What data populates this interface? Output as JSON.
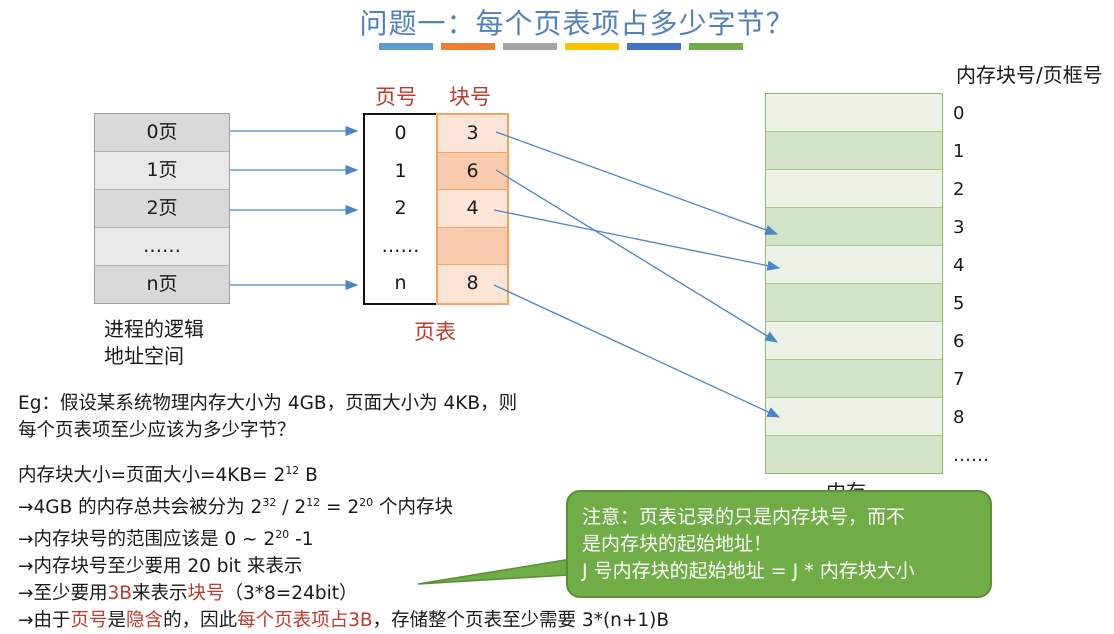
{
  "title": "问题一：每个页表项占多少字节？",
  "accent_bar_colors": [
    "#5b9bd5",
    "#ed7d31",
    "#a5a5a5",
    "#ffc000",
    "#4472c4",
    "#70ad47"
  ],
  "logical_space": {
    "pages": [
      "0页",
      "1页",
      "2页",
      "……",
      "n页"
    ],
    "caption_line1": "进程的逻辑",
    "caption_line2": "地址空间"
  },
  "page_table": {
    "header_page": "页号",
    "header_block": "块号",
    "page_numbers": [
      "0",
      "1",
      "2",
      "……",
      "n"
    ],
    "block_numbers": [
      "3",
      "6",
      "4",
      "",
      "8"
    ],
    "caption": "页表"
  },
  "memory": {
    "header": "内存块号/页框号",
    "frame_numbers": [
      "0",
      "1",
      "2",
      "3",
      "4",
      "5",
      "6",
      "7",
      "8",
      "……"
    ],
    "caption": "内存"
  },
  "example": {
    "line1": "Eg：假设某系统物理内存大小为 4GB，页面大小为 4KB，则",
    "line2": "每个页表项至少应该为多少字节？"
  },
  "calc": {
    "l1a": "内存块大小=页面大小=4KB= 2",
    "l1b": "12",
    "l1c": " B",
    "l2a": "→4GB 的内存总共会被分为  2",
    "l2b": "32",
    "l2c": " / 2",
    "l2d": "12",
    "l2e": " = 2",
    "l2f": "20",
    "l2g": " 个内存块",
    "l3a": "→内存块号的范围应该是 0 ~ 2",
    "l3b": "20",
    "l3c": " -1",
    "l4": "→内存块号至少要用 20 bit 来表示",
    "l5a": "→至少要用",
    "l5b": "3B",
    "l5c": "来表示",
    "l5d": "块号",
    "l5e": "（3*8=24bit）",
    "l6a": "→由于",
    "l6b": "页号",
    "l6c": "是",
    "l6d": "隐含",
    "l6e": "的，因此",
    "l6f": "每个页表项占3B",
    "l6g": "，存储整个页表至少需要 3*(n+1)B"
  },
  "note": {
    "line1": "注意：页表记录的只是内存块号，而不",
    "line2": "是内存块的起始地址！",
    "line3": "J 号内存块的起始地址 = J * 内存块大小"
  }
}
